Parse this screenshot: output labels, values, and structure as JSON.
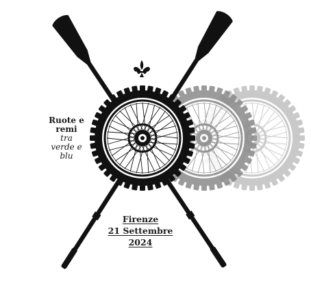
{
  "tagline": {
    "line1": "Ruote e",
    "line2": "remi",
    "line3": "tra",
    "line4": "verde e",
    "line5": "blu"
  },
  "event": {
    "city": "Firenze",
    "date": "21 Settembre",
    "year": "2024"
  },
  "colors": {
    "ink": "#111111",
    "ghost_wheel_1": "#8a8a8a",
    "ghost_wheel_2": "#c4c4c4",
    "background": "#ffffff"
  },
  "icons": {
    "emblem": "florence-lily-icon"
  }
}
